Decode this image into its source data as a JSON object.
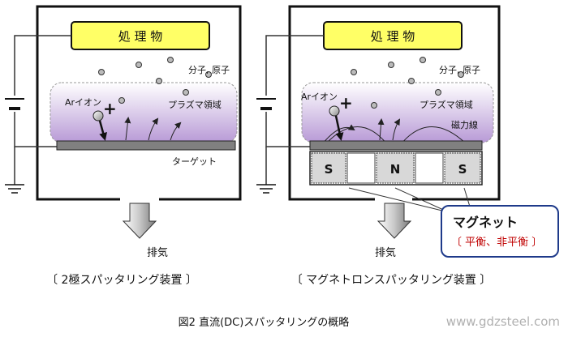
{
  "left": {
    "target_box": "処 理 物",
    "molecule_label": "分子, 原子",
    "ion_label": "Arイオン",
    "plus": "+",
    "plasma_label": "プラズマ領域",
    "target_label": "ターゲット",
    "exhaust_label": "排気",
    "caption": "〔 2極スパッタリング装置 〕"
  },
  "right": {
    "target_box": "処 理 物",
    "molecule_label": "分子, 原子",
    "ion_label": "Arイオン",
    "plus": "+",
    "plasma_label": "プラズマ領域",
    "field_label": "磁力線",
    "magnets": [
      "S",
      "N",
      "S"
    ],
    "magnet_callout_title": "マグネット",
    "magnet_callout_sub": "〔 平衡、非平衡 〕",
    "exhaust_label": "排気",
    "caption": "〔 マグネトロンスパッタリング装置 〕"
  },
  "figure_caption": "図2 直流(DC)スパッタリングの概略",
  "watermark": "www.gdzsteel.com",
  "colors": {
    "box_yellow": "#ffff66",
    "plasma_top": "#ffffff",
    "plasma_bottom": "#b89ad6",
    "callout_border": "#1e3a8a",
    "callout_sub": "#c00000",
    "magnet_fill": "#d8d8d8",
    "target_fill": "#808080"
  }
}
